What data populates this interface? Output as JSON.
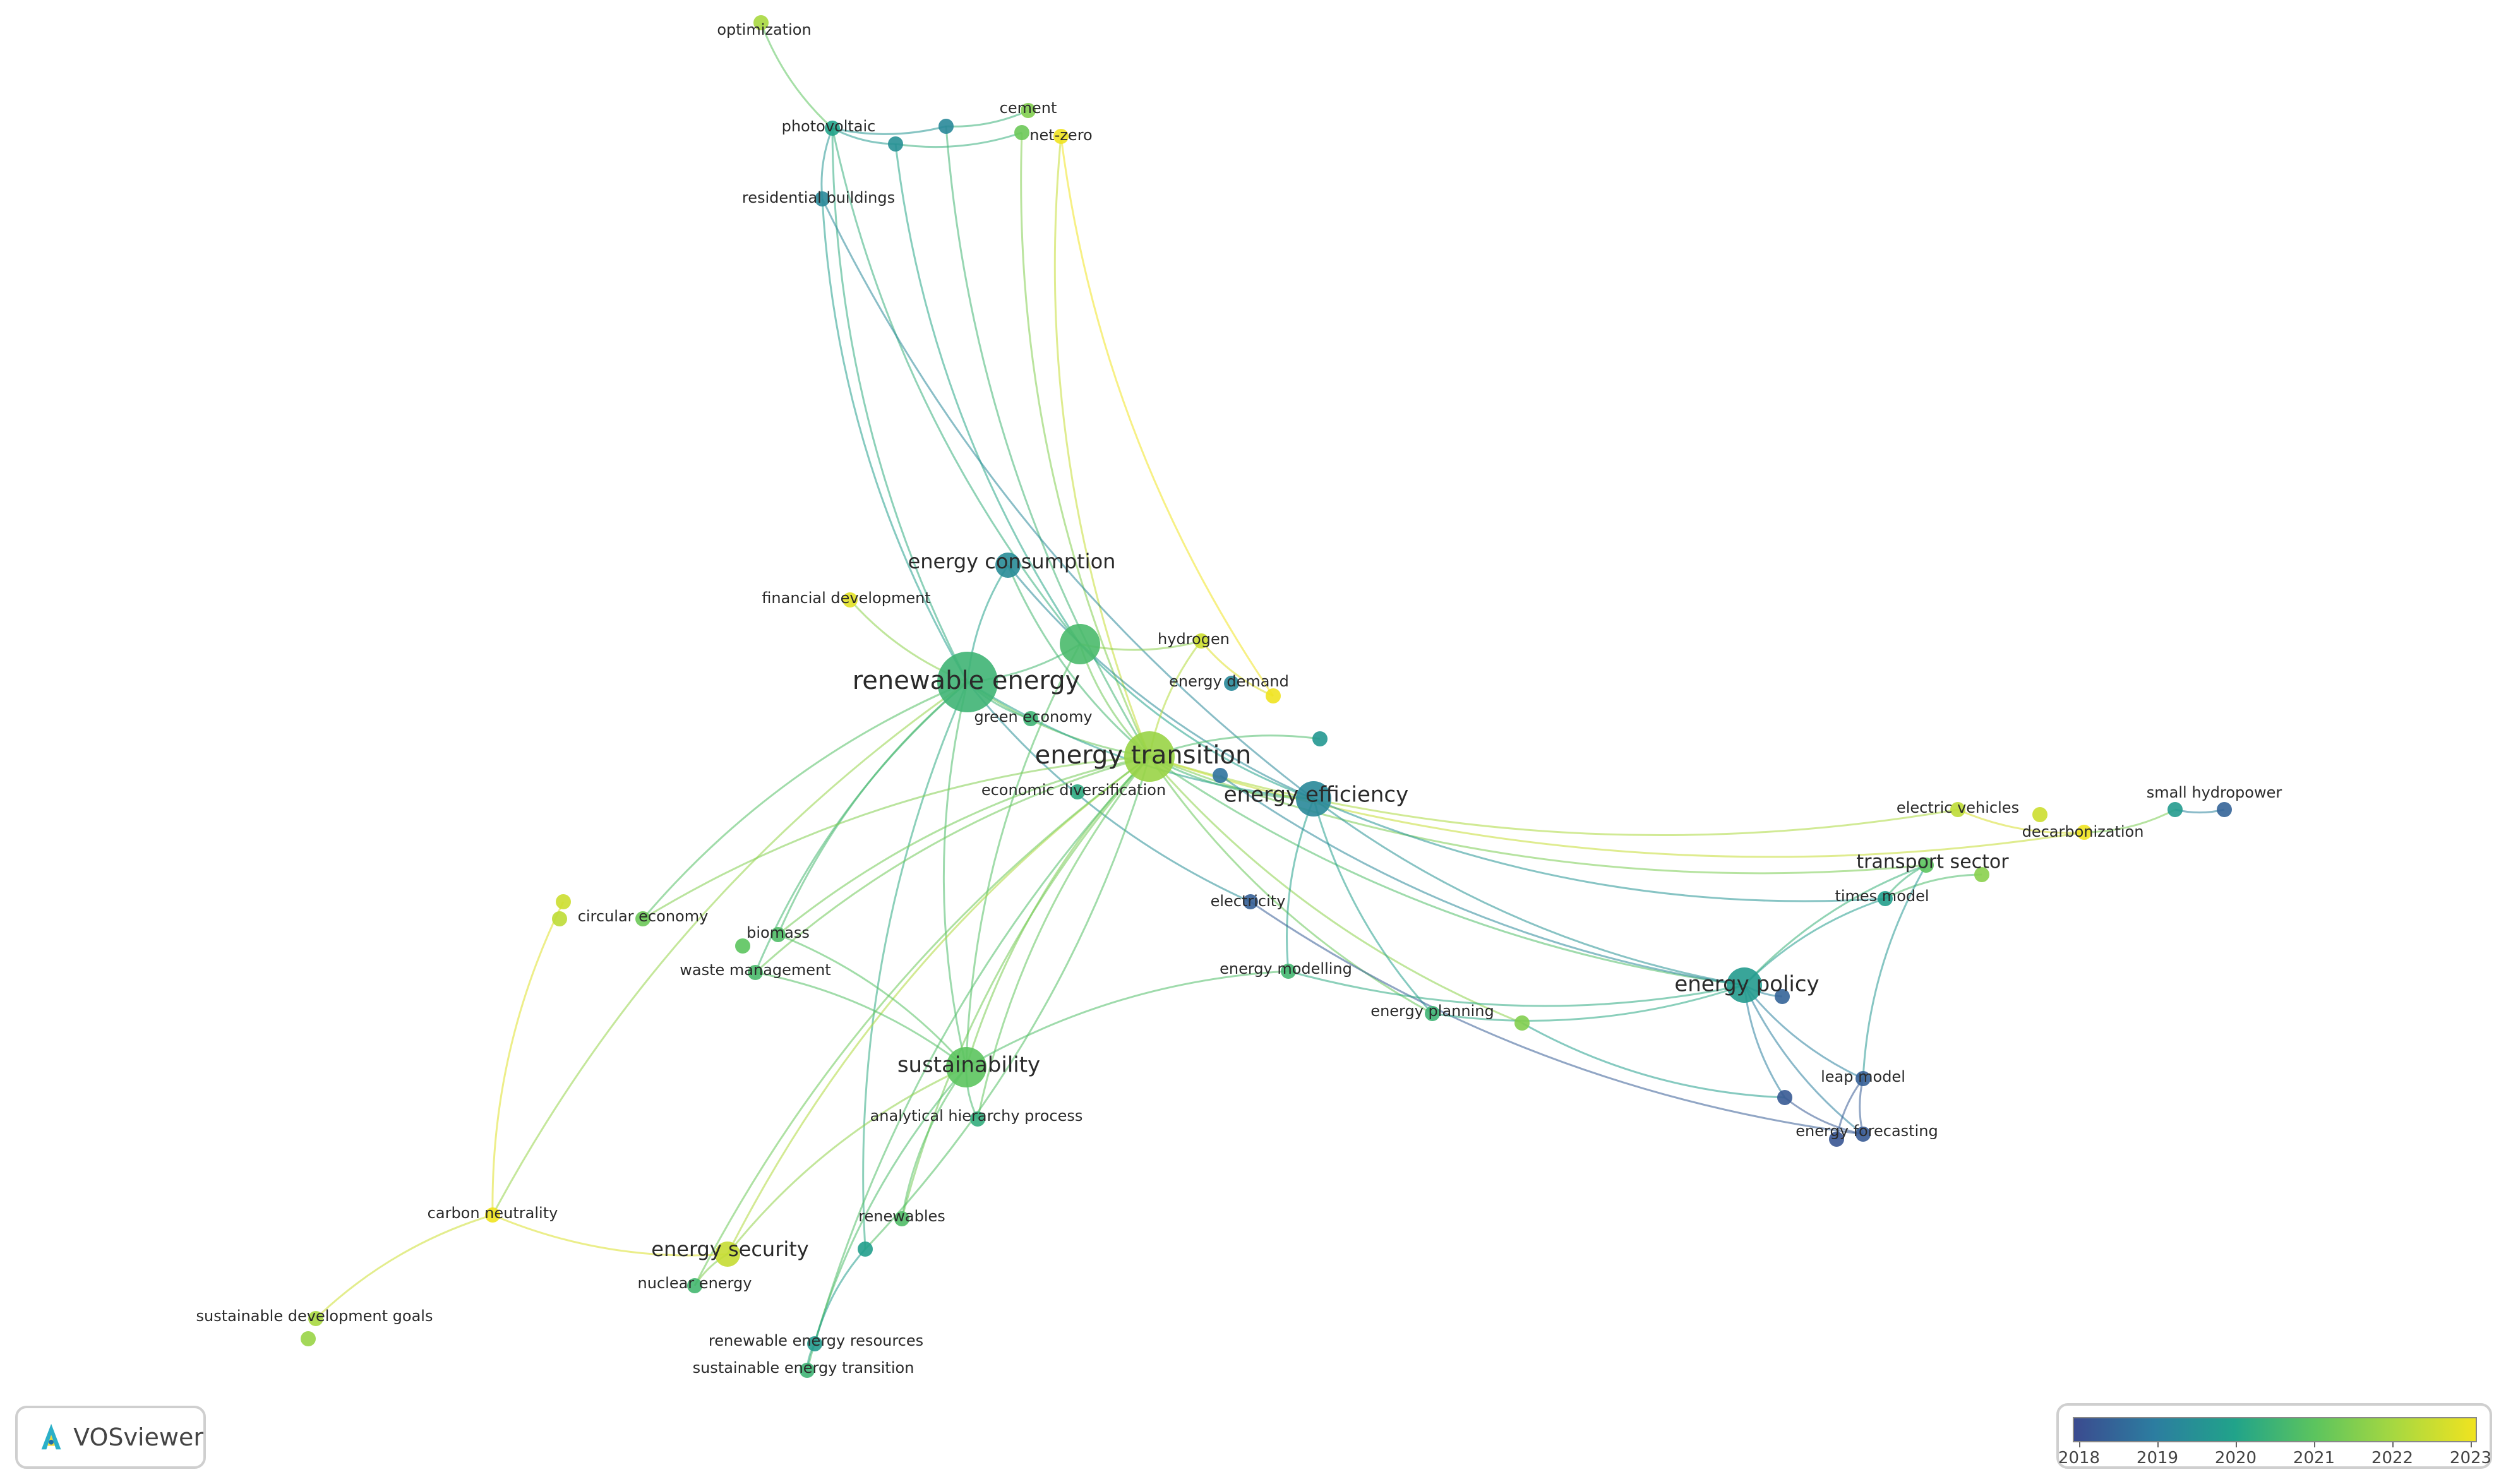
{
  "app_name": "VOSviewer",
  "legend": {
    "years": [
      "2018",
      "2019",
      "2020",
      "2021",
      "2022",
      "2023"
    ],
    "colors": [
      "#3b4b8f",
      "#2c7da0",
      "#21a38a",
      "#5cc45e",
      "#a8d840",
      "#f0e320"
    ]
  },
  "nodes": [
    {
      "id": "optimization",
      "label": "optimization",
      "year": 2022.0,
      "weight": 1
    },
    {
      "id": "photovoltaic",
      "label": "photovoltaic",
      "year": 2020.0,
      "weight": 1
    },
    {
      "id": "pv1",
      "label": "",
      "year": 2019.5,
      "weight": 1
    },
    {
      "id": "pv2",
      "label": "",
      "year": 2019.3,
      "weight": 1
    },
    {
      "id": "cement",
      "label": "cement",
      "year": 2021.5,
      "weight": 1
    },
    {
      "id": "net-zero",
      "label": "net-zero",
      "year": 2023.0,
      "weight": 1
    },
    {
      "id": "cement2",
      "label": "",
      "year": 2021.2,
      "weight": 1
    },
    {
      "id": "residential-buildings",
      "label": "residential buildings",
      "year": 2019.3,
      "weight": 1
    },
    {
      "id": "energy-consumption",
      "label": "energy consumption",
      "year": 2019.4,
      "weight": 2
    },
    {
      "id": "financial-development",
      "label": "financial development",
      "year": 2022.8,
      "weight": 1
    },
    {
      "id": "renewable-energy",
      "label": "renewable energy",
      "year": 2020.5,
      "weight": 6
    },
    {
      "id": "unlabeled-big",
      "label": "",
      "year": 2020.7,
      "weight": 4
    },
    {
      "id": "hydrogen",
      "label": "hydrogen",
      "year": 2022.5,
      "weight": 1
    },
    {
      "id": "energy-demand",
      "label": "energy demand",
      "year": 2019.3,
      "weight": 1
    },
    {
      "id": "energy-demand2",
      "label": "",
      "year": 2023.0,
      "weight": 1
    },
    {
      "id": "green-economy",
      "label": "green economy",
      "year": 2020.5,
      "weight": 1
    },
    {
      "id": "energy-transition",
      "label": "energy transition",
      "year": 2021.8,
      "weight": 5
    },
    {
      "id": "et-small",
      "label": "",
      "year": 2019.7,
      "weight": 1
    },
    {
      "id": "et-small2",
      "label": "",
      "year": 2018.8,
      "weight": 1
    },
    {
      "id": "economic-diversification",
      "label": "economic diversification",
      "year": 2020.2,
      "weight": 1
    },
    {
      "id": "energy-efficiency",
      "label": "energy efficiency",
      "year": 2019.3,
      "weight": 3
    },
    {
      "id": "electricity",
      "label": "electricity",
      "year": 2018.4,
      "weight": 1
    },
    {
      "id": "circular-economy",
      "label": "circular economy",
      "year": 2021.2,
      "weight": 1
    },
    {
      "id": "ce1",
      "label": "",
      "year": 2022.5,
      "weight": 1
    },
    {
      "id": "ce2",
      "label": "",
      "year": 2022.3,
      "weight": 1
    },
    {
      "id": "biomass",
      "label": "biomass",
      "year": 2020.8,
      "weight": 1
    },
    {
      "id": "biomass2",
      "label": "",
      "year": 2021.0,
      "weight": 1
    },
    {
      "id": "waste-management",
      "label": "waste management",
      "year": 2020.7,
      "weight": 1
    },
    {
      "id": "energy-modelling",
      "label": "energy modelling",
      "year": 2020.6,
      "weight": 1
    },
    {
      "id": "energy-planning",
      "label": "energy planning",
      "year": 2020.5,
      "weight": 1
    },
    {
      "id": "ep2",
      "label": "",
      "year": 2021.5,
      "weight": 1
    },
    {
      "id": "sustainability",
      "label": "sustainability",
      "year": 2021.0,
      "weight": 4
    },
    {
      "id": "analytical-hierarchy-process",
      "label": "analytical hierarchy process",
      "year": 2020.3,
      "weight": 1
    },
    {
      "id": "carbon-neutrality",
      "label": "carbon neutrality",
      "year": 2023.0,
      "weight": 1
    },
    {
      "id": "renewables",
      "label": "renewables",
      "year": 2020.8,
      "weight": 1
    },
    {
      "id": "renewables2",
      "label": "",
      "year": 2019.9,
      "weight": 1
    },
    {
      "id": "energy-security",
      "label": "energy security",
      "year": 2022.4,
      "weight": 2
    },
    {
      "id": "nuclear-energy",
      "label": "nuclear energy",
      "year": 2020.6,
      "weight": 1
    },
    {
      "id": "sustainable-development-goals",
      "label": "sustainable development goals",
      "year": 2022.0,
      "weight": 1
    },
    {
      "id": "sdg2",
      "label": "",
      "year": 2021.8,
      "weight": 1
    },
    {
      "id": "renewable-energy-resources",
      "label": "renewable energy resources",
      "year": 2019.8,
      "weight": 1
    },
    {
      "id": "sustainable-energy-transition",
      "label": "sustainable energy transition",
      "year": 2020.5,
      "weight": 1
    },
    {
      "id": "electric-vehicles",
      "label": "electric vehicles",
      "year": 2022.3,
      "weight": 1
    },
    {
      "id": "ev2",
      "label": "",
      "year": 2022.5,
      "weight": 1
    },
    {
      "id": "decarbonization",
      "label": "decarbonization",
      "year": 2023.0,
      "weight": 1
    },
    {
      "id": "small-hydropower",
      "label": "small hydropower",
      "year": 2018.5,
      "weight": 1
    },
    {
      "id": "shp2",
      "label": "",
      "year": 2019.8,
      "weight": 1
    },
    {
      "id": "transport-sector",
      "label": "transport sector",
      "year": 2021.0,
      "weight": 1
    },
    {
      "id": "ts2",
      "label": "",
      "year": 2021.6,
      "weight": 1
    },
    {
      "id": "times-model",
      "label": "times model",
      "year": 2019.9,
      "weight": 1
    },
    {
      "id": "energy-policy",
      "label": "energy policy",
      "year": 2019.8,
      "weight": 3
    },
    {
      "id": "epol2",
      "label": "",
      "year": 2018.5,
      "weight": 1
    },
    {
      "id": "leap-model",
      "label": "leap model",
      "year": 2018.4,
      "weight": 1
    },
    {
      "id": "leap2",
      "label": "",
      "year": 2018.3,
      "weight": 1
    },
    {
      "id": "energy-forecasting",
      "label": "energy forecasting",
      "year": 2018.3,
      "weight": 1
    },
    {
      "id": "ef2",
      "label": "",
      "year": 2018.2,
      "weight": 1
    }
  ],
  "links": [
    [
      "optimization",
      "photovoltaic"
    ],
    [
      "photovoltaic",
      "pv1"
    ],
    [
      "photovoltaic",
      "pv2"
    ],
    [
      "pv2",
      "cement"
    ],
    [
      "pv1",
      "cement2"
    ],
    [
      "photovoltaic",
      "residential-buildings"
    ],
    [
      "photovoltaic",
      "renewable-energy"
    ],
    [
      "photovoltaic",
      "unlabeled-big"
    ],
    [
      "pv1",
      "unlabeled-big"
    ],
    [
      "pv2",
      "energy-transition"
    ],
    [
      "cement2",
      "energy-transition"
    ],
    [
      "net-zero",
      "energy-transition"
    ],
    [
      "net-zero",
      "energy-demand2"
    ],
    [
      "residential-buildings",
      "renewable-energy"
    ],
    [
      "residential-buildings",
      "energy-efficiency"
    ],
    [
      "energy-consumption",
      "renewable-energy"
    ],
    [
      "energy-consumption",
      "energy-transition"
    ],
    [
      "energy-consumption",
      "energy-efficiency"
    ],
    [
      "financial-development",
      "renewable-energy"
    ],
    [
      "renewable-energy",
      "unlabeled-big"
    ],
    [
      "renewable-energy",
      "energy-transition"
    ],
    [
      "renewable-energy",
      "green-economy"
    ],
    [
      "renewable-energy",
      "sustainability"
    ],
    [
      "renewable-energy",
      "circular-economy"
    ],
    [
      "renewable-energy",
      "biomass"
    ],
    [
      "renewable-energy",
      "energy-efficiency"
    ],
    [
      "renewable-energy",
      "electricity"
    ],
    [
      "renewable-energy",
      "waste-management"
    ],
    [
      "renewable-energy",
      "carbon-neutrality"
    ],
    [
      "renewable-energy",
      "renewables2"
    ],
    [
      "unlabeled-big",
      "energy-transition"
    ],
    [
      "unlabeled-big",
      "hydrogen"
    ],
    [
      "unlabeled-big",
      "energy-efficiency"
    ],
    [
      "unlabeled-big",
      "sustainability"
    ],
    [
      "hydrogen",
      "energy-transition"
    ],
    [
      "hydrogen",
      "energy-demand2"
    ],
    [
      "energy-transition",
      "energy-efficiency"
    ],
    [
      "energy-transition",
      "sustainability"
    ],
    [
      "energy-transition",
      "energy-security"
    ],
    [
      "energy-transition",
      "circular-economy"
    ],
    [
      "energy-transition",
      "biomass"
    ],
    [
      "energy-transition",
      "electric-vehicles"
    ],
    [
      "energy-transition",
      "decarbonization"
    ],
    [
      "energy-transition",
      "transport-sector"
    ],
    [
      "energy-transition",
      "energy-policy"
    ],
    [
      "energy-transition",
      "ep2"
    ],
    [
      "energy-transition",
      "renewables"
    ],
    [
      "energy-transition",
      "nuclear-energy"
    ],
    [
      "energy-transition",
      "analytical-hierarchy-process"
    ],
    [
      "energy-transition",
      "energy-planning"
    ],
    [
      "energy-transition",
      "waste-management"
    ],
    [
      "energy-transition",
      "renewable-energy-resources"
    ],
    [
      "energy-efficiency",
      "energy-policy"
    ],
    [
      "energy-efficiency",
      "energy-planning"
    ],
    [
      "energy-efficiency",
      "times-model"
    ],
    [
      "energy-efficiency",
      "energy-modelling"
    ],
    [
      "et-small",
      "energy-transition"
    ],
    [
      "et-small2",
      "energy-policy"
    ],
    [
      "electricity",
      "energy-forecasting"
    ],
    [
      "energy-modelling",
      "energy-policy"
    ],
    [
      "energy-modelling",
      "sustainability"
    ],
    [
      "energy-planning",
      "energy-policy"
    ],
    [
      "ep2",
      "leap2"
    ],
    [
      "sustainability",
      "biomass"
    ],
    [
      "sustainability",
      "waste-management"
    ],
    [
      "sustainability",
      "analytical-hierarchy-process"
    ],
    [
      "sustainability",
      "renewables"
    ],
    [
      "sustainability",
      "energy-security"
    ],
    [
      "sustainability",
      "sustainable-energy-transition"
    ],
    [
      "carbon-neutrality",
      "sustainable-development-goals"
    ],
    [
      "carbon-neutrality",
      "energy-security"
    ],
    [
      "ce1",
      "carbon-neutrality"
    ],
    [
      "electric-vehicles",
      "decarbonization"
    ],
    [
      "decarbonization",
      "shp2"
    ],
    [
      "shp2",
      "small-hydropower"
    ],
    [
      "transport-sector",
      "times-model"
    ],
    [
      "transport-sector",
      "energy-policy"
    ],
    [
      "times-model",
      "energy-policy"
    ],
    [
      "ts2",
      "times-model"
    ],
    [
      "energy-policy",
      "leap-model"
    ],
    [
      "energy-policy",
      "leap2"
    ],
    [
      "energy-policy",
      "energy-forecasting"
    ],
    [
      "energy-policy",
      "epol2"
    ],
    [
      "leap-model",
      "energy-forecasting"
    ],
    [
      "leap2",
      "energy-forecasting"
    ],
    [
      "leap-model",
      "ef2"
    ],
    [
      "transport-sector",
      "leap-model"
    ],
    [
      "renewables2",
      "renewable-energy-resources"
    ],
    [
      "renewable-energy-resources",
      "sustainable-energy-transition"
    ],
    [
      "energy-security",
      "nuclear-energy"
    ],
    [
      "renewables2",
      "energy-transition"
    ]
  ]
}
